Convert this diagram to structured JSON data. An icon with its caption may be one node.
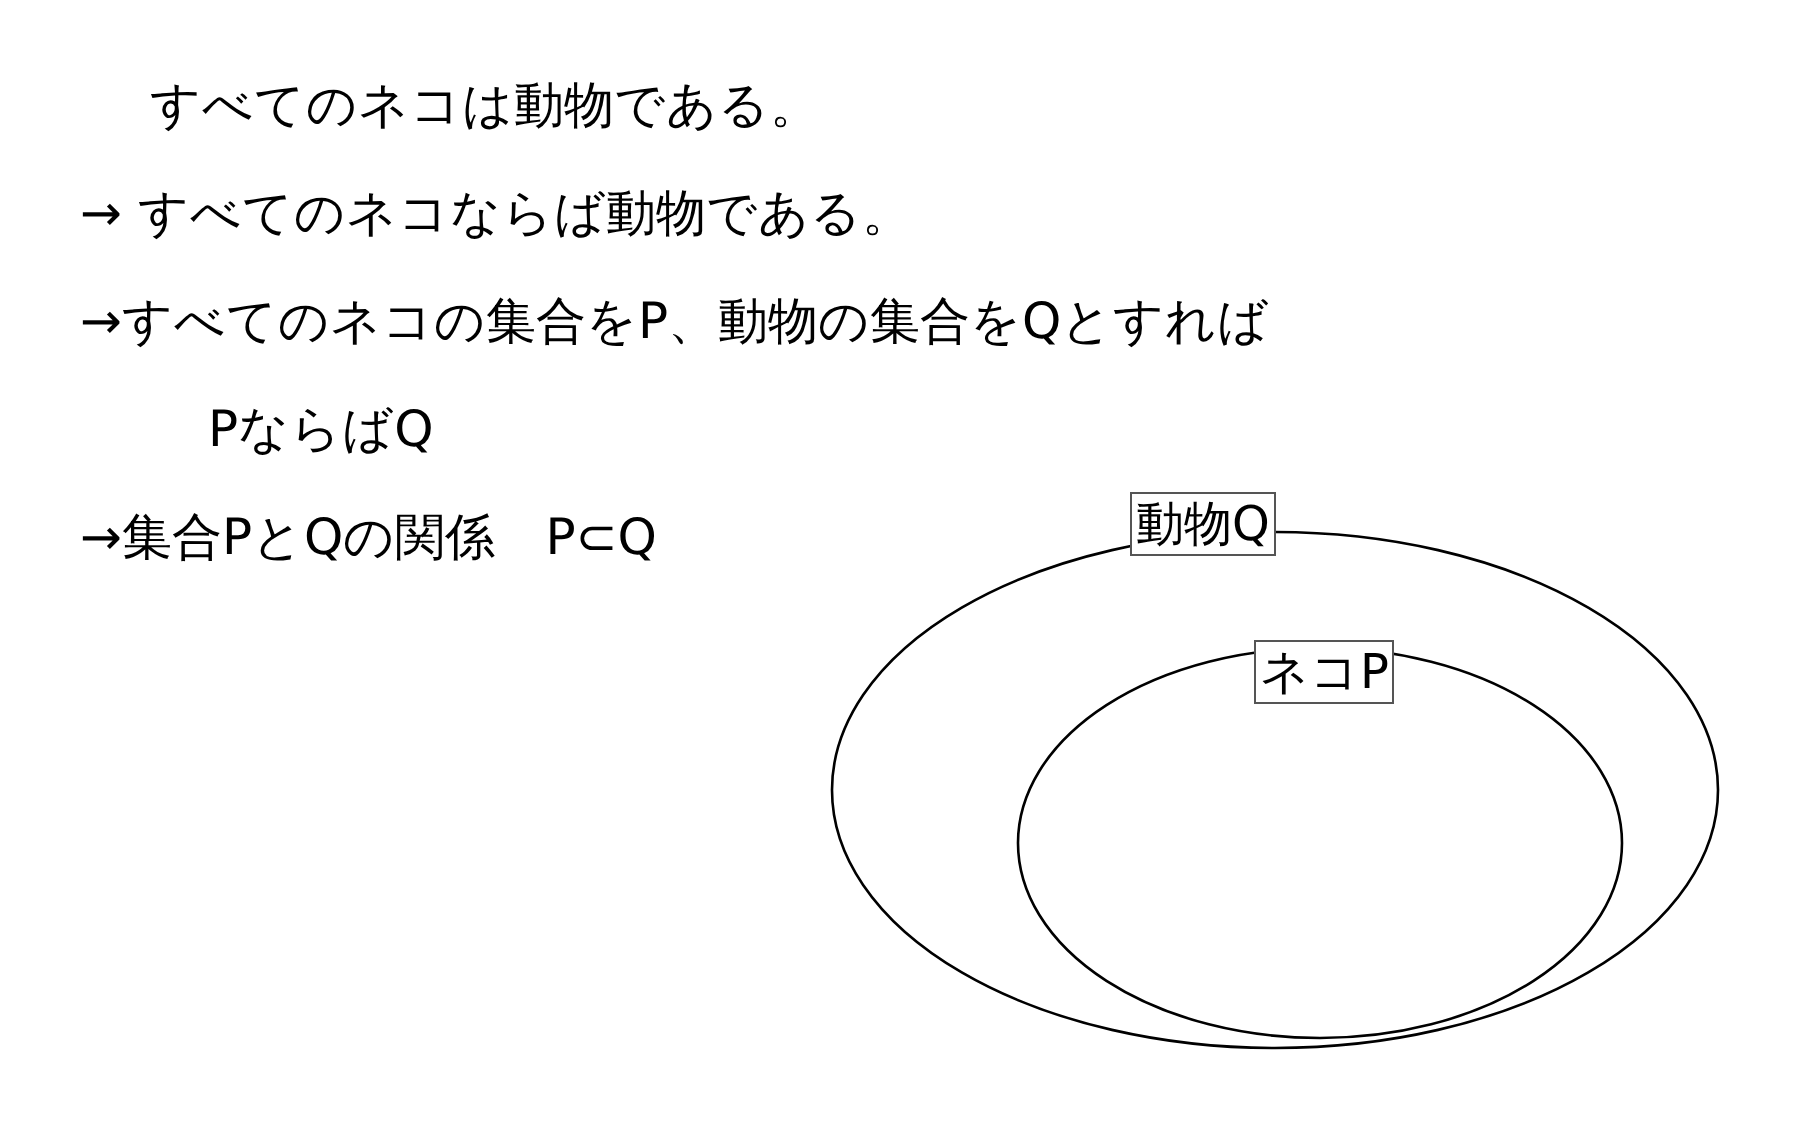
{
  "diagram": {
    "nodes": [
      {
        "text": [
          "動物Q"
        ]
      },
      {
        "text": [
          "ネコP"
        ],
        "in": 0
      }
    ],
    "labels": [
      "すべてのネコは動物である。",
      "→ すべてのネコならば動物である。",
      "→すべてのネコの集合をP、動物の集合をQとすれば",
      "PならばQ",
      "→集合PとQの関係　P⊂Q"
    ]
  }
}
